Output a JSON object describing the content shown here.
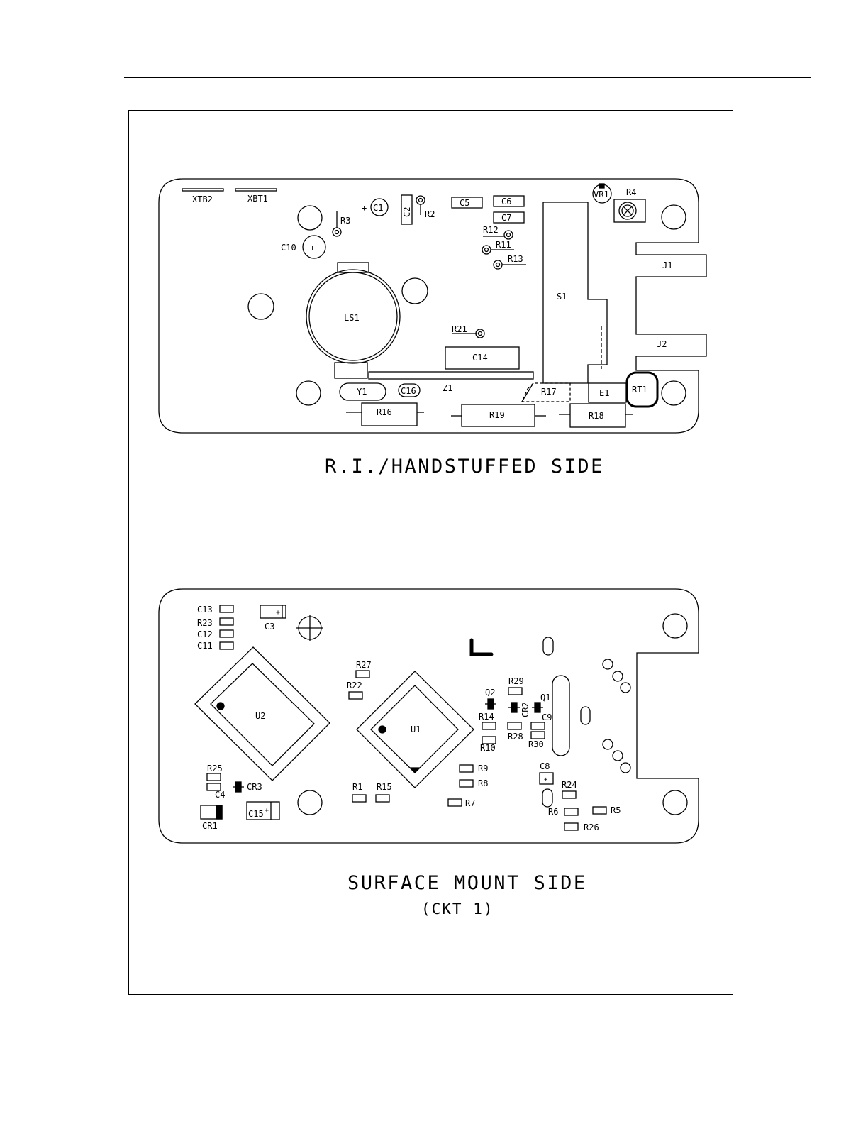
{
  "colors": {
    "ink": "#000000",
    "paper": "#ffffff"
  },
  "board_top": {
    "caption": "R.I./HANDSTUFFED SIDE",
    "labels": {
      "XTB2": "XTB2",
      "XBT1": "XBT1",
      "C1": "C1",
      "C1_pol": "+",
      "C2": "C2",
      "R2": "R2",
      "R3": "R3",
      "C10": "C10",
      "C10_pol": "+",
      "C5": "C5",
      "C6": "C6",
      "C7": "C7",
      "R12": "R12",
      "R11": "R11",
      "R13": "R13",
      "VR1": "VR1",
      "R4": "R4",
      "J1": "J1",
      "J2": "J2",
      "S1": "S1",
      "LS1": "LS1",
      "R21": "R21",
      "C14": "C14",
      "Y1": "Y1",
      "C16": "C16",
      "Z1": "Z1",
      "R17": "R17",
      "E1": "E1",
      "RT1": "RT1",
      "R16": "R16",
      "R19": "R19",
      "R18": "R18"
    }
  },
  "board_bottom": {
    "caption": "SURFACE MOUNT SIDE",
    "subcaption": "(CKT 1)",
    "labels": {
      "C13": "C13",
      "R23": "R23",
      "C12": "C12",
      "C11": "C11",
      "C3": "C3",
      "C3_pol": "+",
      "U2": "U2",
      "U1": "U1",
      "R27": "R27",
      "R22": "R22",
      "R29": "R29",
      "Q2": "Q2",
      "Q1": "Q1",
      "CR2": "CR2",
      "R14": "R14",
      "C9": "C9",
      "R28": "R28",
      "R10": "R10",
      "R30": "R30",
      "R9": "R9",
      "R8": "R8",
      "C8": "C8",
      "C8_pol": "+",
      "R24": "R24",
      "R7": "R7",
      "R6": "R6",
      "R5": "R5",
      "R26": "R26",
      "R1": "R1",
      "R15": "R15",
      "R25": "R25",
      "C4": "C4",
      "CR3": "CR3",
      "C15": "C15",
      "C15_pol": "+",
      "CR1": "CR1"
    }
  }
}
